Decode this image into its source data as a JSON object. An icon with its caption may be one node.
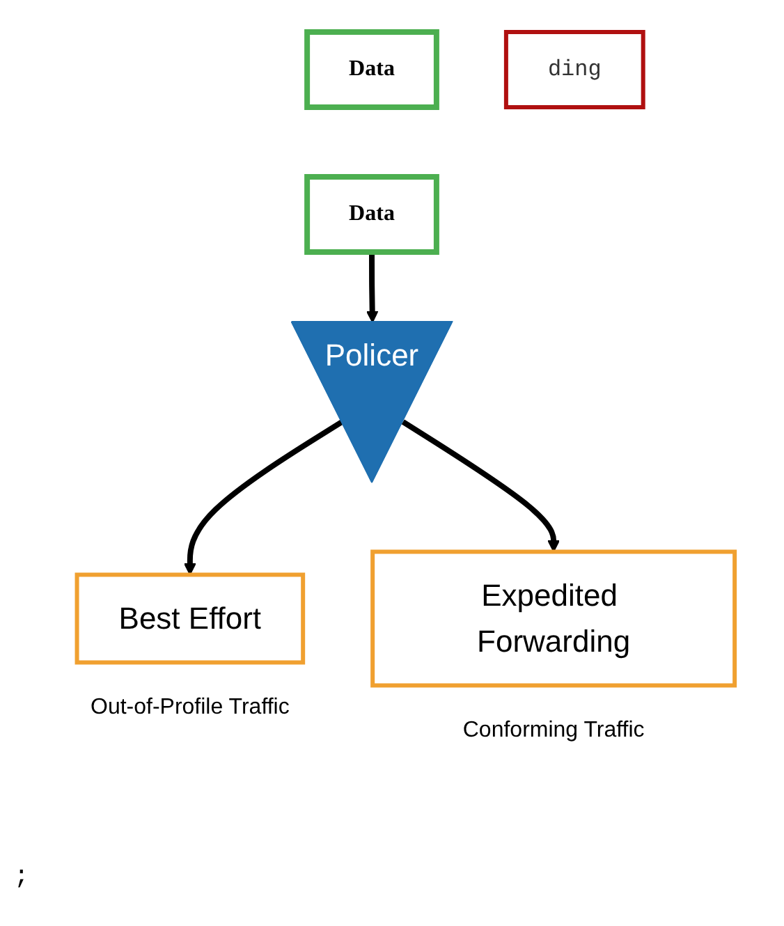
{
  "diagram": {
    "nodes": [
      {
        "text": [
          "Data"
        ]
      },
      {
        "text": [
          "Data"
        ]
      },
      {
        "text": [
          "Policer"
        ]
      },
      {
        "text": [
          "Best Effort"
        ],
        "beside": [
          "Out-of-Profile Traffic"
        ]
      },
      {
        "text": [
          "Expedited Forwarding"
        ],
        "beside": [
          "Conforming Traffic"
        ]
      },
      {
        "text": [
          "ding"
        ]
      }
    ],
    "edges": [
      {
        "from": 1,
        "to": 2,
        "arrow": "to"
      },
      {
        "from": 2,
        "to": 3,
        "arrow": "to"
      },
      {
        "from": 2,
        "to": 4,
        "arrow": "to"
      }
    ],
    "labels": [
      ";"
    ]
  }
}
